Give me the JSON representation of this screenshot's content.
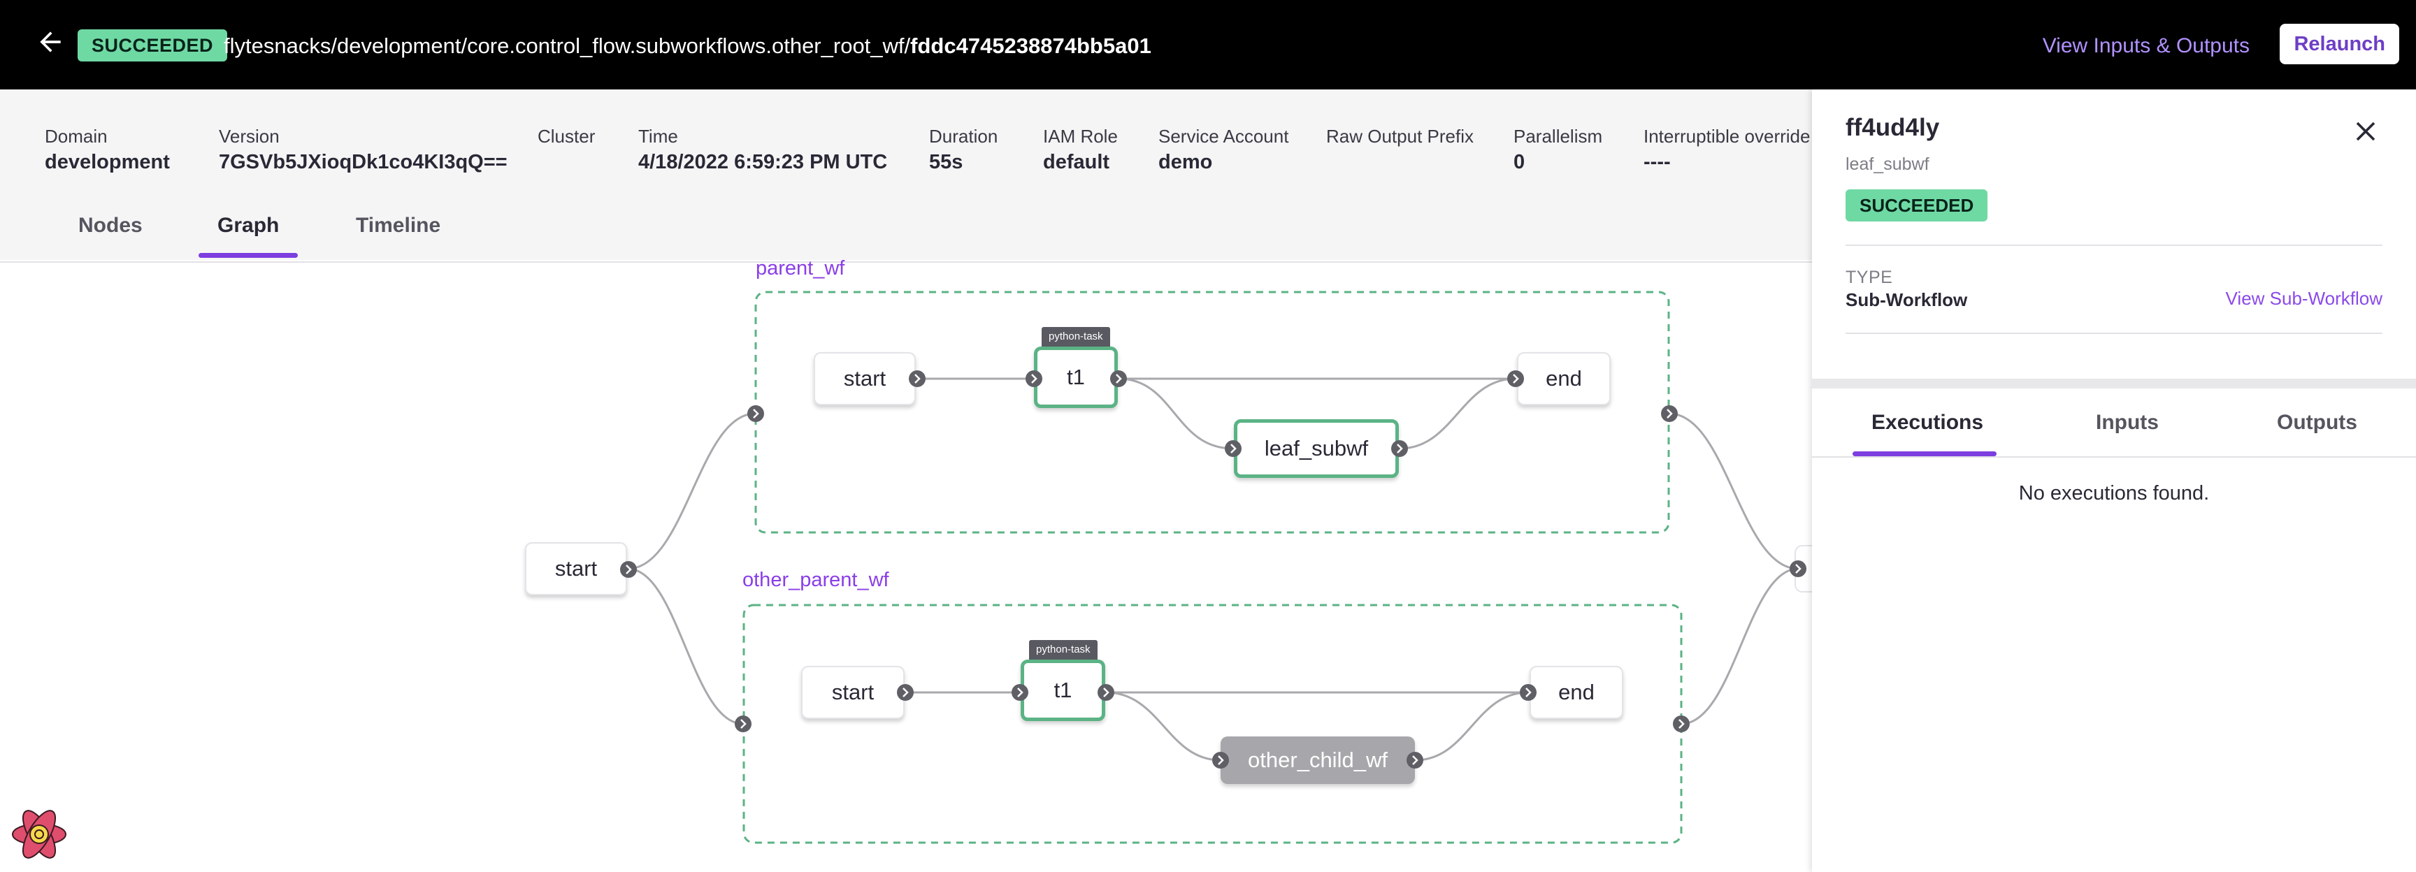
{
  "header": {
    "status": "SUCCEEDED",
    "exec_path": "flytesnacks/development/core.control_flow.subworkflows.other_root_wf/",
    "exec_id": "fddc4745238874bb5a01",
    "view_io_label": "View Inputs & Outputs",
    "relaunch_label": "Relaunch"
  },
  "metadata": [
    {
      "label": "Domain",
      "value": "development"
    },
    {
      "label": "Version",
      "value": "7GSVb5JXioqDk1co4KI3qQ=="
    },
    {
      "label": "Cluster",
      "value": ""
    },
    {
      "label": "Time",
      "value": "4/18/2022 6:59:23 PM UTC"
    },
    {
      "label": "Duration",
      "value": "55s"
    },
    {
      "label": "IAM Role",
      "value": "default"
    },
    {
      "label": "Service Account",
      "value": "demo"
    },
    {
      "label": "Raw Output Prefix",
      "value": ""
    },
    {
      "label": "Parallelism",
      "value": "0"
    },
    {
      "label": "Interruptible override",
      "value": "----"
    }
  ],
  "tabs": [
    "Nodes",
    "Graph",
    "Timeline"
  ],
  "active_tab": "Graph",
  "graph": {
    "root_start": "start",
    "subworkflows": [
      {
        "name": "parent_wf",
        "nodes": {
          "start": "start",
          "task": "t1",
          "task_tag": "python-task",
          "sub": "leaf_subwf",
          "end": "end"
        }
      },
      {
        "name": "other_parent_wf",
        "nodes": {
          "start": "start",
          "task": "t1",
          "task_tag": "python-task",
          "sub": "other_child_wf",
          "end": "end"
        }
      }
    ]
  },
  "panel": {
    "name": "ff4ud4ly",
    "subtitle": "leaf_subwf",
    "status": "SUCCEEDED",
    "type_label": "TYPE",
    "type_value": "Sub-Workflow",
    "view_sub_label": "View Sub-Workflow",
    "tabs": [
      "Executions",
      "Inputs",
      "Outputs"
    ],
    "active_tab": "Executions",
    "empty_text": "No executions found."
  },
  "colors": {
    "accent": "#7d3ee0",
    "succeeded": "#6fd9a4",
    "task_border": "#5bb385",
    "subworkflow_border": "#5bb385",
    "link": "#b192ff"
  },
  "icons": [
    "back-arrow-icon",
    "close-icon",
    "chevron-right-icon",
    "flyte-logo-icon"
  ]
}
